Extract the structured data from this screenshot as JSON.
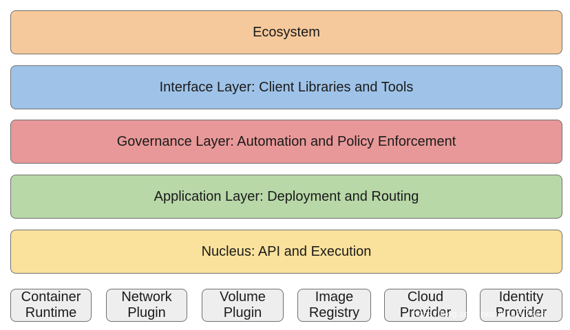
{
  "layers": [
    {
      "label": "Ecosystem",
      "color": "#f6c99c"
    },
    {
      "label": "Interface Layer: Client Libraries and Tools",
      "color": "#9fc3e8"
    },
    {
      "label": "Governance Layer: Automation and Policy Enforcement",
      "color": "#e89898"
    },
    {
      "label": "Application Layer: Deployment and Routing",
      "color": "#b8d8a8"
    },
    {
      "label": "Nucleus: API and Execution",
      "color": "#fae29c"
    }
  ],
  "plugins": [
    {
      "line1": "Container",
      "line2": "Runtime"
    },
    {
      "line1": "Network",
      "line2": "Plugin"
    },
    {
      "line1": "Volume",
      "line2": "Plugin"
    },
    {
      "line1": "Image",
      "line2": "Registry"
    },
    {
      "line1": "Cloud",
      "line2": "Provider"
    },
    {
      "line1": "Identity",
      "line2": "Provider"
    }
  ],
  "plugin_color": "#eeeeee",
  "watermark": "https://blog.csdn.net/u013247765"
}
